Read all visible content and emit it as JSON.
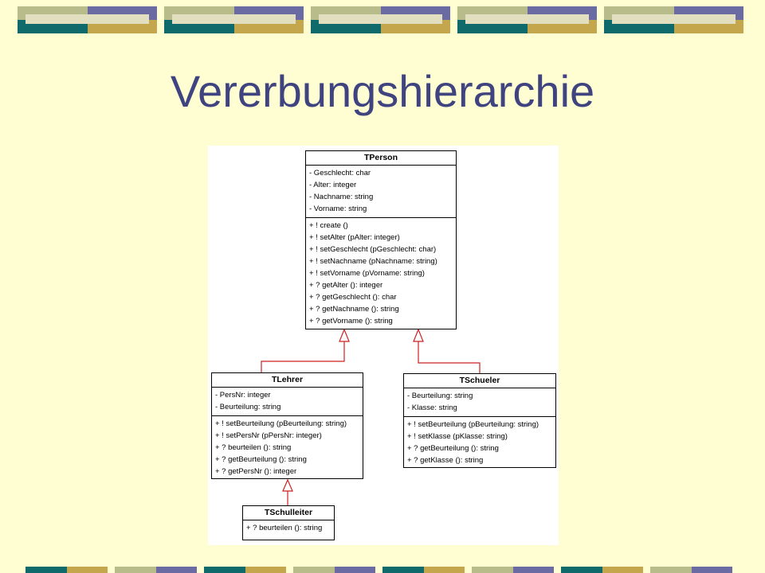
{
  "slide": {
    "title": "Vererbungshierarchie"
  },
  "classes": {
    "tperson": {
      "name": "TPerson",
      "attributes": [
        "- Geschlecht: char",
        "- Alter: integer",
        "- Nachname: string",
        "- Vorname: string"
      ],
      "methods": [
        "+ ! create ()",
        "+ ! setAlter (pAlter: integer)",
        "+ ! setGeschlecht (pGeschlecht: char)",
        "+ ! setNachname (pNachname: string)",
        "+ ! setVorname (pVorname: string)",
        "+ ? getAlter (): integer",
        "+ ? getGeschlecht (): char",
        "+ ? getNachname (): string",
        "+ ? getVorname (): string"
      ]
    },
    "tlehrer": {
      "name": "TLehrer",
      "attributes": [
        "- PersNr: integer",
        "- Beurteilung: string"
      ],
      "methods": [
        "+ ! setBeurteilung (pBeurteilung: string)",
        "+ ! setPersNr (pPersNr: integer)",
        "+ ? beurteilen (): string",
        "+ ? getBeurteilung (): string",
        "+ ? getPersNr (): integer"
      ]
    },
    "tschueler": {
      "name": "TSchueler",
      "attributes": [
        "- Beurteilung: string",
        "- Klasse: string"
      ],
      "methods": [
        "+ ! setBeurteilung (pBeurteilung: string)",
        "+ ! setKlasse (pKlasse: string)",
        "+ ? getBeurteilung (): string",
        "+ ? getKlasse (): string"
      ]
    },
    "tschulleiter": {
      "name": "TSchulleiter",
      "methods": [
        "+ ? beurteilen (): string"
      ]
    }
  },
  "colors": {
    "background": "#fefed2",
    "title": "#3f437f",
    "inheritance_arrow": "#cc2222",
    "deco_sage": "#b8bc8a",
    "deco_purple": "#6b6ba3",
    "deco_teal": "#0f6b6b",
    "deco_gold": "#c4a64d"
  }
}
